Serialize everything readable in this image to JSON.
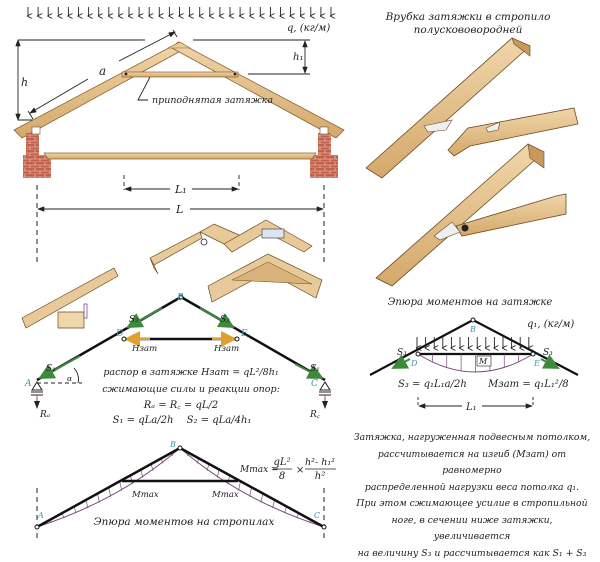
{
  "roof_section": {
    "load_label": "q, (кг/м)",
    "dim_a": "a",
    "dim_h": "h",
    "dim_h1": "h₁",
    "tie_callout": "приподнятая затяжка",
    "dim_L1": "L₁",
    "dim_L": "L"
  },
  "joint_detail": {
    "title_line1": "Врубка затяжки в стропило",
    "title_line2": "полускововородней"
  },
  "force_diagram": {
    "nodes": {
      "A": "A",
      "B": "B",
      "C": "C",
      "D": "D",
      "E": "E"
    },
    "s1_left": "S₁",
    "s2_left": "S₂",
    "s2_right": "S₂",
    "s1_right": "S₁",
    "h_tie_left": "Hзат",
    "h_tie_right": "Hзат",
    "angle": "α",
    "ra": "Rₐ",
    "rc": "R꜀",
    "formula_tie": "распор в затяжке Hзат = qL²/8h₁",
    "formula_caption": "сжимающие силы и реакции опор:",
    "formula_reactions": "Rₐ = R꜀ = qL/2",
    "formula_s1": "S₁ = qLa/2h",
    "formula_s2": "S₂ = qLa/4h₁"
  },
  "tie_moment_diagram": {
    "title": "Эпюра моментов на затяжке",
    "load_label": "q₁, (кг/м)",
    "node_b": "B",
    "node_d": "D",
    "node_e": "E",
    "s3_left": "S₃",
    "s3_right": "S₃",
    "m_label": "M",
    "formula_s3": "S₃ = q₁L₁a/2h",
    "formula_m": "Mзат = q₁L₁²/8",
    "dim_L1": "L₁"
  },
  "explanation": {
    "lines": [
      "Затяжка, нагруженная подвесным потолком,",
      "рассчитывается на изгиб (Mзат) от равномерно",
      "распределенной нагрузки веса потолка q₁.",
      "При этом сжимающее усилие в стропильной",
      "ноге, в сечении ниже затяжки, увеличивается",
      "на величину S₃ и рассчитывается как S₁ + S₃"
    ]
  },
  "rafter_moment_diagram": {
    "node_a": "A",
    "node_b": "B",
    "node_c": "C",
    "mmax_left": "Mmax",
    "mmax_right": "Mmax",
    "formula_lhs": "Mmax =",
    "formula_frac1_num": "qL²",
    "formula_frac1_den": "8",
    "formula_times": "×",
    "formula_frac2_num": "h²- h₁²",
    "formula_frac2_den": "h²",
    "title": "Эпюра моментов на стропилах"
  },
  "colors": {
    "wood_light": "#e8c99a",
    "wood_mid": "#d4a86a",
    "wood_dark": "#a97b43",
    "brick": "#c2604a",
    "force_green": "#3d8a3d",
    "tie_orange": "#e0a030",
    "node_label": "#3a9ab0",
    "moment_purple": "#7a4a7a"
  }
}
